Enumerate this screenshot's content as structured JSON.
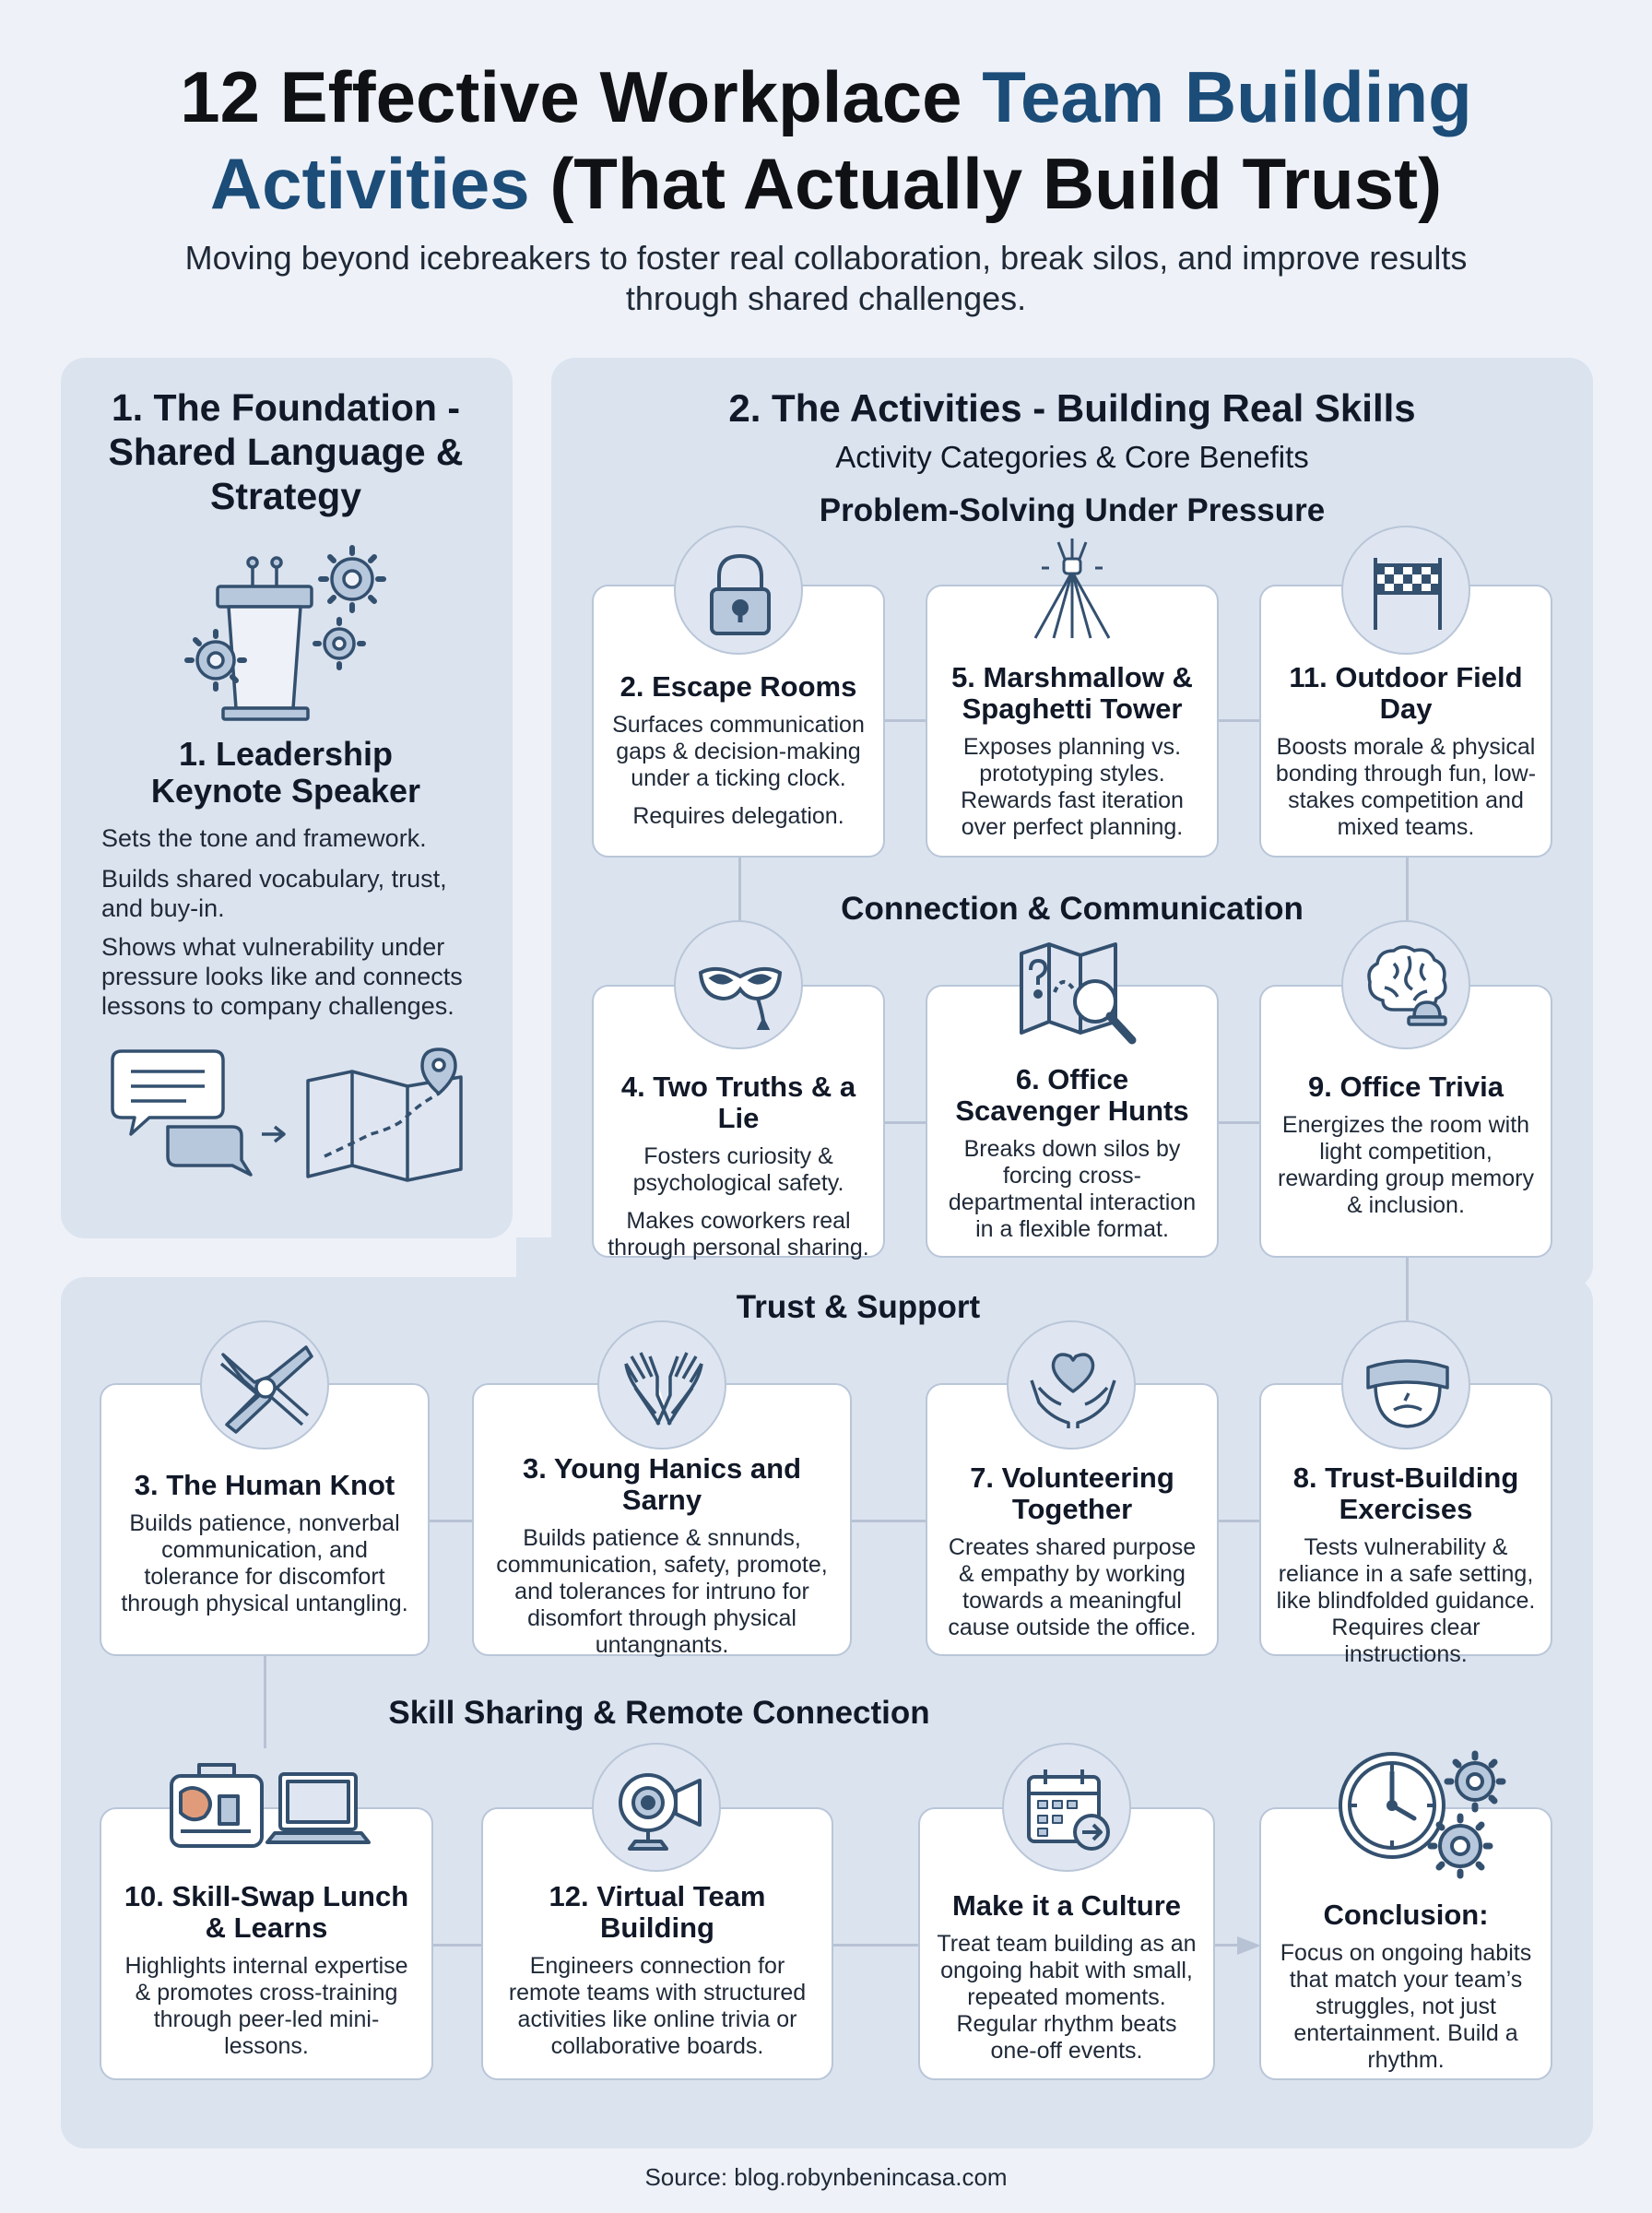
{
  "header": {
    "title_part1": "12 Effective Workplace",
    "title_accent1": "Team Building",
    "title_accent2": "Activities",
    "title_part2": "(That Actually Build Trust)",
    "subtitle": "Moving beyond icebreakers to foster real collaboration, break silos, and improve results through shared challenges."
  },
  "foundation": {
    "title": "1. The Foundation - Shared Language & Strategy",
    "card_title": "1. Leadership Keynote Speaker",
    "points": [
      "Sets the tone and framework.",
      "Builds shared vocabulary, trust, and buy-in.",
      "Shows what vulnerability under pressure looks like and connects lessons to company challenges."
    ]
  },
  "activities": {
    "title": "2. The Activities - Building Real Skills",
    "subtitle": "Activity Categories & Core Benefits",
    "categories": {
      "problem_solving": "Problem-Solving Under Pressure",
      "connection": "Connection & Communication",
      "trust": "Trust & Support",
      "skill_sharing": "Skill Sharing & Remote Connection"
    },
    "cards": {
      "escape": {
        "title": "2. Escape Rooms",
        "desc": "Surfaces communication gaps & decision-making under a ticking clock.",
        "desc2": "Requires delegation.",
        "icon": "padlock-icon"
      },
      "marshmallow": {
        "title": "5. Marshmallow & Spaghetti Tower",
        "desc": "Exposes planning vs. prototyping styles. Rewards fast iteration over perfect planning.",
        "icon": "spaghetti-tower-icon"
      },
      "fieldday": {
        "title": "11. Outdoor Field Day",
        "desc": "Boosts morale & physical bonding through fun, low-stakes competition and mixed teams.",
        "icon": "finish-line-icon"
      },
      "twotruths": {
        "title": "4. Two Truths & a Lie",
        "desc": "Fosters curiosity & psychological safety.",
        "desc2": "Makes coworkers real through personal sharing.",
        "icon": "mask-icon"
      },
      "scavenger": {
        "title": "6. Office Scavenger Hunts",
        "desc": "Breaks down silos by forcing cross-departmental interaction in a flexible format.",
        "icon": "map-magnifier-icon"
      },
      "trivia": {
        "title": "9. Office Trivia",
        "desc": "Energizes the room with light competition, rewarding group memory & inclusion.",
        "icon": "brain-buzzer-icon"
      },
      "humanknot": {
        "title": "3. The Human Knot",
        "desc": "Builds patience, nonverbal communication, and tolerance for discomfort through physical untangling.",
        "icon": "joined-hands-icon"
      },
      "younghanics": {
        "title": "3. Young Hanics and Sarny",
        "desc": "Builds patience & snnunds, communication, safety, promote, and tolerances for intruno for disomfort through physical untangnants.",
        "icon": "raised-hands-icon"
      },
      "volunteering": {
        "title": "7. Volunteering Together",
        "desc": "Creates shared purpose & empathy by working towards a meaningful cause outside the office.",
        "icon": "heart-hands-icon"
      },
      "trustbuilding": {
        "title": "8. Trust-Building Exercises",
        "desc": "Tests vulnerability & reliance in a safe setting, like blindfolded guidance. Requires clear instructions.",
        "icon": "blindfold-icon"
      },
      "skillswap": {
        "title": "10. Skill-Swap Lunch & Learns",
        "desc": "Highlights internal expertise & promotes cross-training through peer-led mini-lessons.",
        "icon": "lunchbox-laptop-icon"
      },
      "virtual": {
        "title": "12. Virtual Team Building",
        "desc": "Engineers connection for remote teams with structured activities like online trivia or collaborative boards.",
        "icon": "webcam-icon"
      },
      "culture": {
        "title": "Make it a Culture",
        "desc": "Treat team building as an ongoing habit with small, repeated moments. Regular rhythm beats one-off events.",
        "icon": "calendar-icon"
      },
      "conclusion": {
        "title": "Conclusion:",
        "desc": "Focus on ongoing habits that match your team’s struggles, not just entertainment. Build a rhythm.",
        "icon": "clock-gears-icon"
      }
    }
  },
  "footer": {
    "source": "Source: blog.robynbenincasa.com"
  },
  "colors": {
    "accent": "#1c4c78",
    "panel": "#dbe3ef",
    "background": "#eef2f8",
    "icon_stroke": "#34506f",
    "icon_fill": "#b7c8dd"
  }
}
